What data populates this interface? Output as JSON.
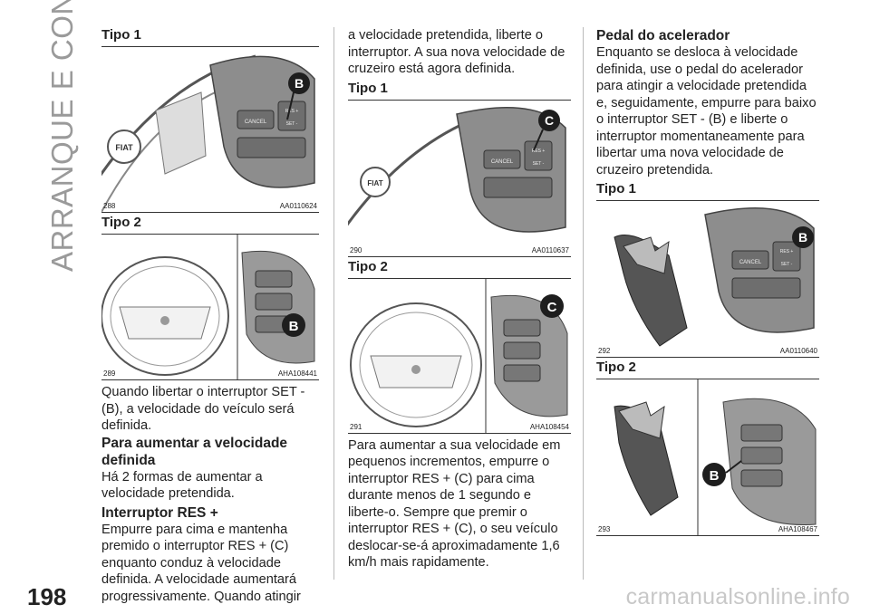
{
  "side_title": "ARRANQUE E CONDUÇÃO",
  "page_number": "198",
  "watermark": "carmanualsonline.info",
  "col1": {
    "tipo1": "Tipo 1",
    "fig288": {
      "num": "288",
      "code": "AA0110624",
      "letter": "B",
      "cancel": "CANCEL",
      "res": "RES +",
      "set": "SET -"
    },
    "tipo2": "Tipo 2",
    "fig289": {
      "num": "289",
      "code": "AHA108441",
      "letter": "B"
    },
    "p1": "Quando libertar o interruptor SET - (B), a velocidade do veículo será definida.",
    "h_aumentar": "Para aumentar a velocidade definida",
    "p2": "Há 2 formas de aumentar a velocidade pretendida.",
    "h_res": "Interruptor RES +",
    "p3": "Empurre para cima e mantenha premido o interruptor RES + (C) enquanto conduz à velocidade definida. A velocidade aumentará progressivamente. Quando atingir"
  },
  "col2": {
    "p1": "a velocidade pretendida, liberte o interruptor. A sua nova velocidade de cruzeiro está agora definida.",
    "tipo1": "Tipo 1",
    "fig290": {
      "num": "290",
      "code": "AA0110637",
      "letter": "C",
      "cancel": "CANCEL",
      "res": "RES +",
      "set": "SET -"
    },
    "tipo2": "Tipo 2",
    "fig291": {
      "num": "291",
      "code": "AHA108454",
      "letter": "C"
    },
    "p2": "Para aumentar a sua velocidade em pequenos incrementos, empurre o interruptor RES + (C) para cima durante menos de 1 segundo e liberte-o. Sempre que premir o interruptor RES + (C), o seu veículo deslocar-se-á aproximadamente 1,6 km/h mais rapidamente."
  },
  "col3": {
    "h_pedal": "Pedal do acelerador",
    "p1": "Enquanto se desloca à velocidade definida, use o pedal do acelerador para atingir a velocidade pretendida e, seguidamente, empurre para baixo o interruptor SET - (B) e liberte o interruptor momentaneamente para libertar uma nova velocidade de cruzeiro pretendida.",
    "tipo1": "Tipo 1",
    "fig292": {
      "num": "292",
      "code": "AA0110640",
      "letter": "B",
      "cancel": "CANCEL",
      "res": "RES +",
      "set": "SET -"
    },
    "tipo2": "Tipo 2",
    "fig293": {
      "num": "293",
      "code": "AHA108467",
      "letter": "B"
    }
  },
  "colors": {
    "text": "#222222",
    "side_title": "#9a9a9a",
    "watermark": "#c8c8c8",
    "badge": "#1e1e1e"
  }
}
